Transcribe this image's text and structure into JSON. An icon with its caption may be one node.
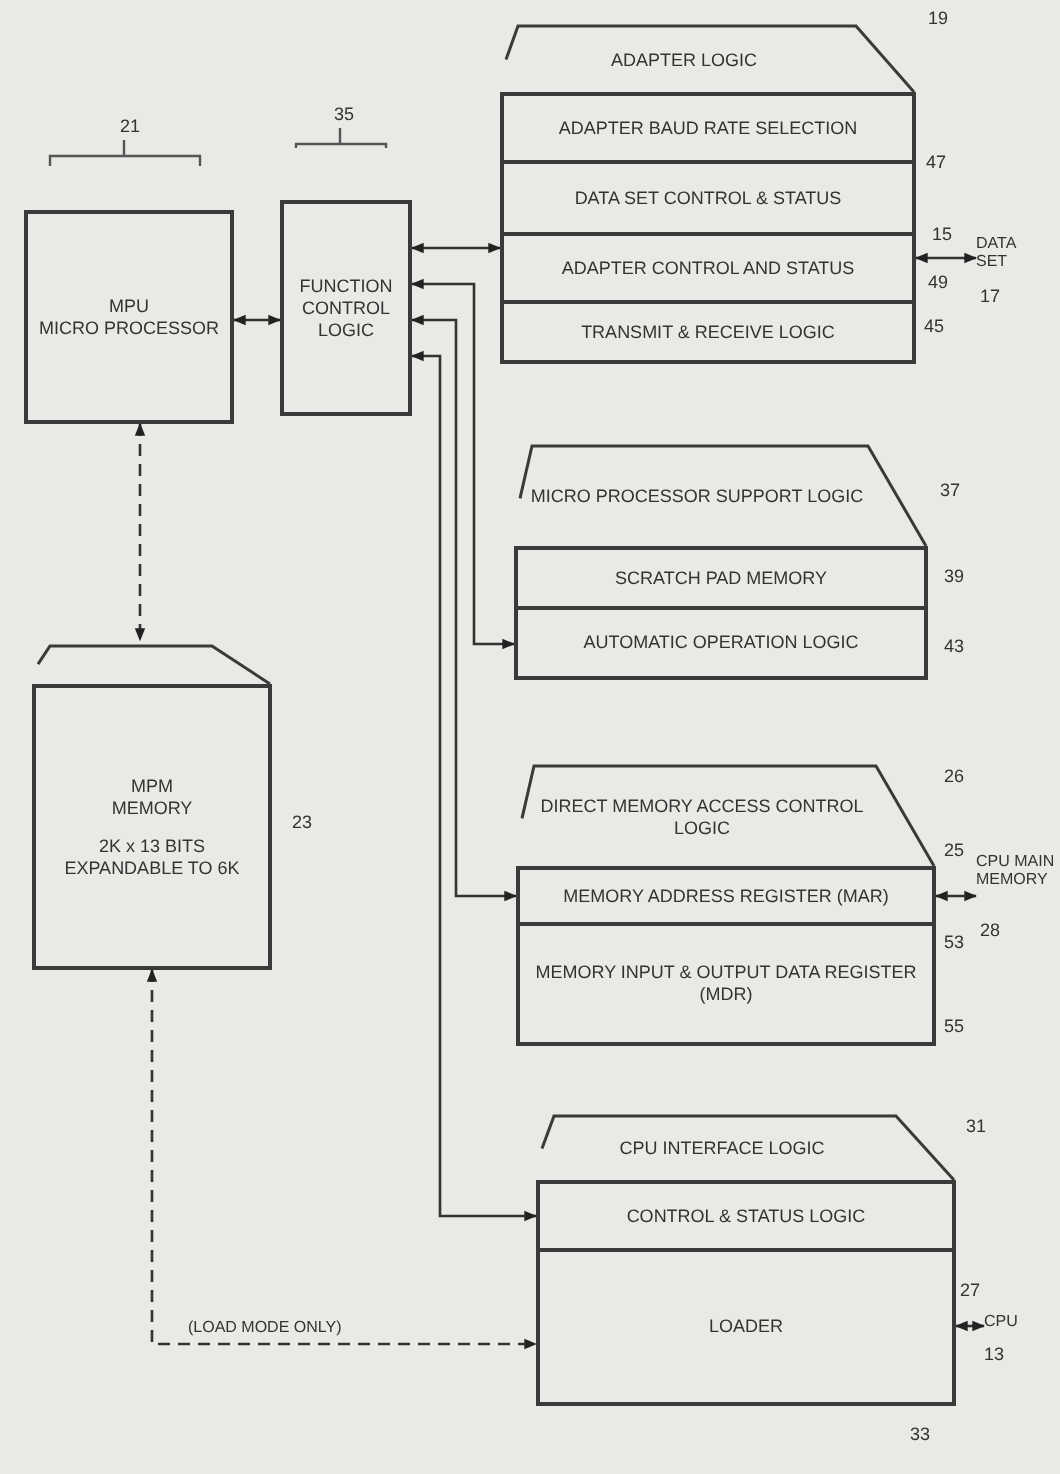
{
  "diagram": {
    "nodes": [
      {
        "text": [
          "MPU",
          "MICRO PROCESSOR"
        ]
      },
      {
        "text": [
          "FUNCTION CONTROL LOGIC"
        ]
      },
      {
        "text": [
          "ADAPTER LOGIC"
        ],
        "beside": [
          "19"
        ]
      },
      {
        "text": [
          "ADAPTER BAUD RATE SELECTION"
        ],
        "in": 2
      },
      {
        "text": [
          "DATA SET CONTROL & STATUS"
        ],
        "in": 2
      },
      {
        "text": [
          "ADAPTER CONTROL AND STATUS"
        ],
        "in": 2
      },
      {
        "text": [
          "TRANSMIT & RECEIVE LOGIC"
        ],
        "in": 2
      },
      {
        "text": [
          "DATA SET"
        ],
        "beside": [
          "17"
        ]
      },
      {
        "text": [
          "MICRO PROCESSOR SUPPORT LOGIC"
        ],
        "beside": [
          "37"
        ]
      },
      {
        "text": [
          "SCRATCH PAD MEMORY"
        ],
        "in": 8
      },
      {
        "text": [
          "AUTOMATIC OPERATION LOGIC"
        ],
        "in": 8
      },
      {
        "text": [
          "MPM MEMORY",
          "2K x 13 BITS EXPANDABLE TO 6K"
        ],
        "beside": [
          "23"
        ]
      },
      {
        "text": [
          "DIRECT MEMORY ACCESS CONTROL LOGIC"
        ],
        "beside": [
          "26"
        ]
      },
      {
        "text": [
          "MEMORY ADDRESS REGISTER (MAR)"
        ],
        "in": 12
      },
      {
        "text": [
          "MEMORY INPUT & OUTPUT DATA REGISTER (MDR)"
        ],
        "in": 12
      },
      {
        "text": [
          "CPU MAIN MEMORY"
        ],
        "beside": [
          "28"
        ]
      },
      {
        "text": [
          "CPU INTERFACE LOGIC"
        ],
        "beside": [
          "31",
          "33"
        ]
      },
      {
        "text": [
          "CONTROL & STATUS LOGIC"
        ],
        "in": 16
      },
      {
        "text": [
          "LOADER"
        ],
        "in": 16
      },
      {
        "text": [
          "CPU"
        ],
        "beside": [
          "13"
        ]
      }
    ],
    "edges": [
      {
        "from": 0,
        "to": 1,
        "arrow": "both"
      },
      {
        "from": 1,
        "to": 2,
        "arrow": "both"
      },
      {
        "from": 1,
        "to": 10,
        "arrow": "both"
      },
      {
        "from": 1,
        "to": 13,
        "arrow": "both"
      },
      {
        "from": 1,
        "to": 17,
        "arrow": "both"
      },
      {
        "from": 2,
        "to": 7,
        "arrow": "both"
      },
      {
        "from": 0,
        "to": 11,
        "arrow": "both",
        "style": "dashed"
      },
      {
        "from": 11,
        "to": 18,
        "arrow": "both",
        "style": "dashed",
        "label": "(LOAD MODE ONLY)"
      },
      {
        "from": 13,
        "to": 15,
        "arrow": "both"
      },
      {
        "from": 18,
        "to": 19,
        "arrow": "both"
      }
    ],
    "labels": [
      "21",
      "35",
      "47",
      "15",
      "49",
      "45",
      "39",
      "43",
      "25",
      "53",
      "55",
      "27"
    ]
  }
}
